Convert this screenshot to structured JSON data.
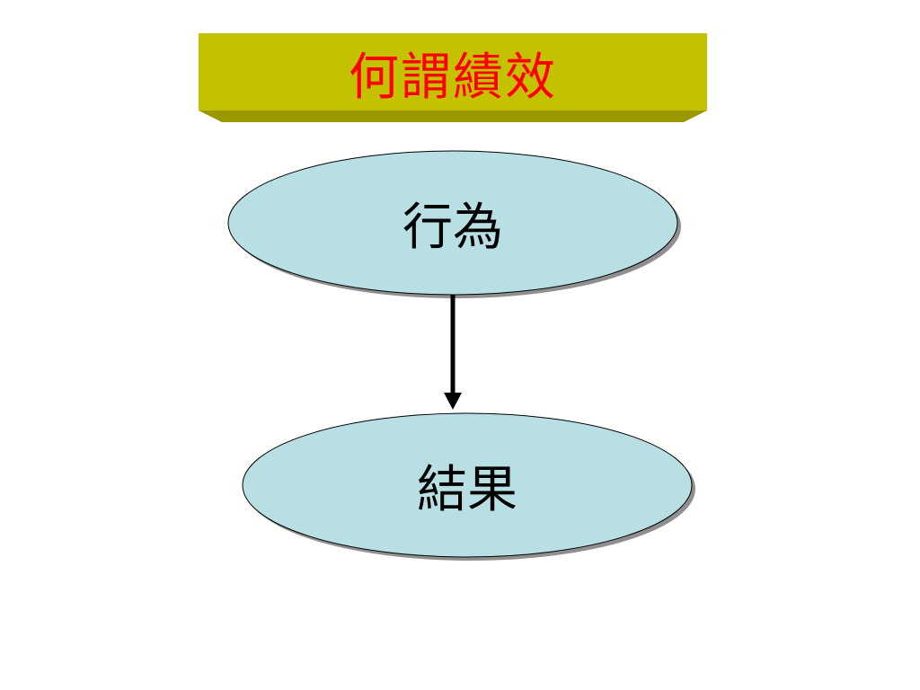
{
  "title": {
    "text": "何謂績效",
    "text_color": "#ff0000",
    "banner_color": "#c4c200",
    "banner_shadow_color": "#9a9800"
  },
  "nodes": {
    "top": {
      "label": "行為",
      "fill": "#b8dfe3"
    },
    "bottom": {
      "label": "結果",
      "fill": "#b8dfe3"
    }
  },
  "edges": [
    {
      "from": "top",
      "to": "bottom",
      "type": "arrow"
    }
  ]
}
